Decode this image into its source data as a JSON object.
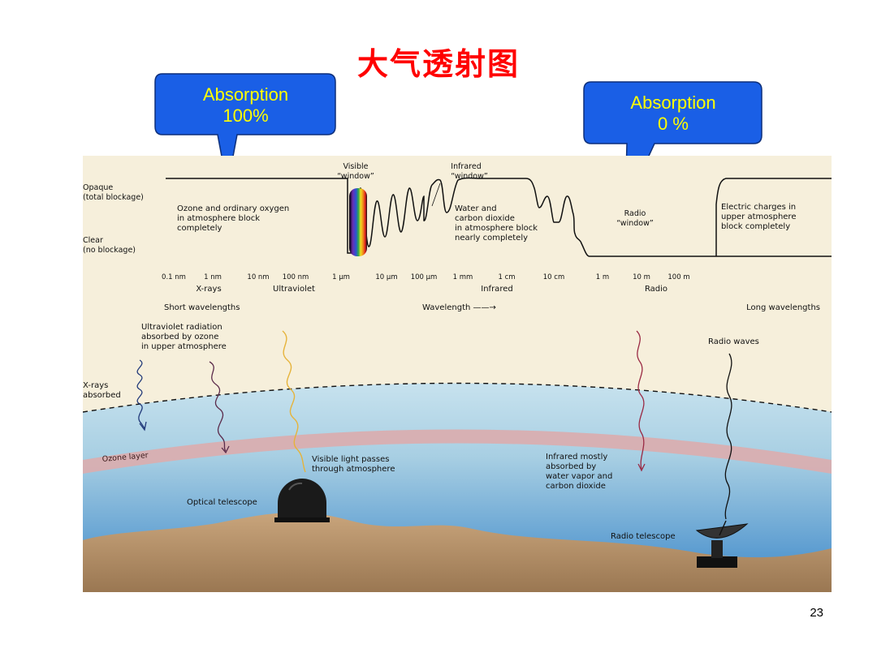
{
  "title": "大气透射图",
  "callouts": {
    "left": {
      "line1": "Absorption",
      "line2": "100%"
    },
    "right": {
      "line1": "Absorption",
      "line2": "0 %"
    }
  },
  "colors": {
    "callout_fill": "#1a5fe6",
    "callout_text": "#ffff00",
    "title": "#ff0000",
    "sky_dark": "#3d88c9",
    "sky_light": "#bcdcea",
    "ozone": "#d9aeb0",
    "ground": "#b39069",
    "panel_bg": "#f6efdb"
  },
  "levels": {
    "opaque": "Opaque",
    "opaque_sub": "(total blockage)",
    "clear": "Clear",
    "clear_sub": "(no blockage)"
  },
  "windows": {
    "visible": {
      "line1": "Visible",
      "line2": "“window”"
    },
    "infrared": {
      "line1": "Infrared",
      "line2": "“window”"
    },
    "radio": {
      "line1": "Radio",
      "line2": "“window”"
    }
  },
  "region_notes": {
    "ozone": [
      "Ozone and ordinary oxygen",
      "in atmosphere block",
      "completely"
    ],
    "water": [
      "Water and",
      "carbon dioxide",
      "in atmosphere block",
      "nearly completely"
    ],
    "electric": [
      "Electric charges in",
      "upper atmosphere",
      "block completely"
    ]
  },
  "ticks": [
    "0.1 nm",
    "1 nm",
    "10 nm",
    "100 nm",
    "1 µm",
    "10 µm",
    "100 µm",
    "1 mm",
    "1 cm",
    "10 cm",
    "1 m",
    "10 m",
    "100 m"
  ],
  "bands": {
    "xrays": "X-rays",
    "uv": "Ultraviolet",
    "infrared": "Infrared",
    "radio": "Radio"
  },
  "axis": {
    "short": "Short wavelengths",
    "wavelength": "Wavelength ——→",
    "long": "Long wavelengths"
  },
  "scene": {
    "uv_note": [
      "Ultraviolet radiation",
      "absorbed by ozone",
      "in upper atmosphere"
    ],
    "xray_note": [
      "X-rays",
      "absorbed"
    ],
    "radio_waves": "Radio waves",
    "ozone_layer": "Ozone layer",
    "visible_note": [
      "Visible light passes",
      "through atmosphere"
    ],
    "ir_note": [
      "Infrared mostly",
      "absorbed by",
      "water vapor and",
      "carbon dioxide"
    ],
    "optical_telescope": "Optical telescope",
    "radio_telescope": "Radio telescope"
  },
  "page_number": "23"
}
